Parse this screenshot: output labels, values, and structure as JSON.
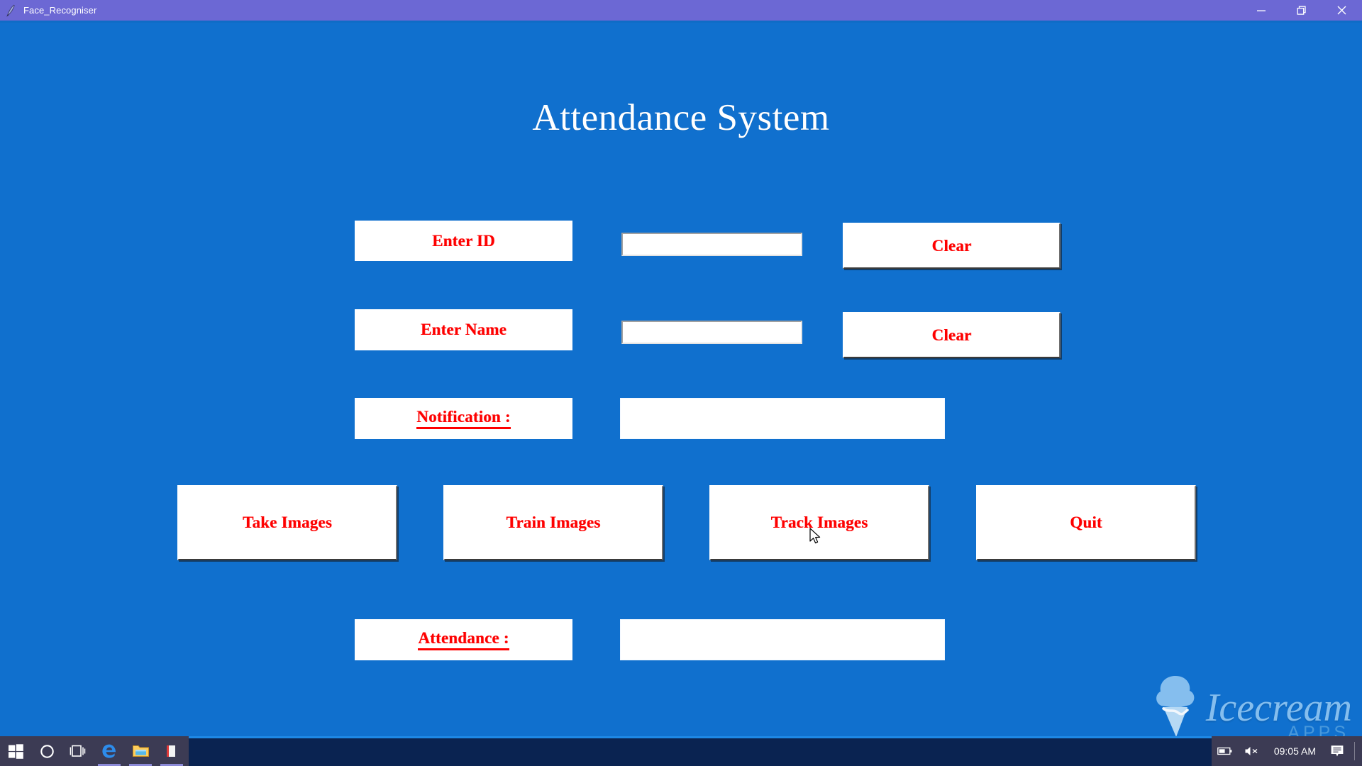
{
  "window": {
    "title": "Face_Recogniser",
    "icon": "python-feather-icon",
    "controls": {
      "minimize_label": "—",
      "maximize_label": "❐",
      "close_label": "✕"
    },
    "titlebar_color": "#6C68D4",
    "client_color": "#1070CE"
  },
  "main": {
    "heading": "Attendance System",
    "accent_text_color": "#FE0000",
    "rows": {
      "id": {
        "label": "Enter ID",
        "input_value": "",
        "input_placeholder": "",
        "clear_label": "Clear"
      },
      "name": {
        "label": "Enter Name",
        "input_value": "",
        "input_placeholder": "",
        "clear_label": "Clear"
      },
      "notification": {
        "label": "Notification :",
        "value": ""
      },
      "attendance": {
        "label": "Attendance :",
        "value": ""
      }
    },
    "actions": [
      {
        "label": "Take Images",
        "name": "take-images"
      },
      {
        "label": "Train Images",
        "name": "train-images"
      },
      {
        "label": "Track Images",
        "name": "track-images"
      },
      {
        "label": "Quit",
        "name": "quit"
      }
    ]
  },
  "watermark": {
    "name": "Icecream",
    "sub": "APPS"
  },
  "taskbar": {
    "start_icon": "windows-start-icon",
    "cortana_icon": "cortana-circle-icon",
    "taskview_icon": "task-view-icon",
    "edge_icon": "microsoft-edge-icon",
    "explorer_icon": "file-explorer-icon",
    "battery_icon": "battery-icon",
    "volume_icon": "volume-muted-icon",
    "clock": "09:05 AM",
    "action_center_icon": "action-center-icon"
  }
}
